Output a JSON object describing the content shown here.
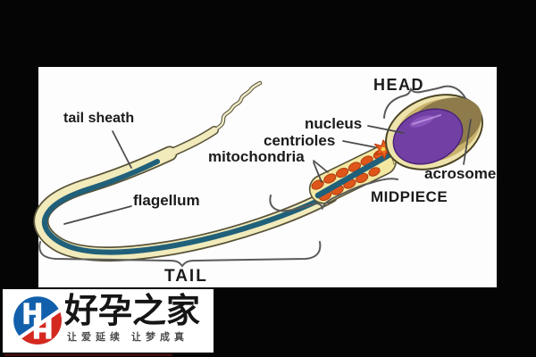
{
  "diagram": {
    "title_subject": "sperm cell structure",
    "labels": {
      "tail_sheath": "tail sheath",
      "flagellum": "flagellum",
      "nucleus": "nucleus",
      "centrioles": "centrioles",
      "mitochondria": "mitochondria",
      "head": "HEAD",
      "acrosome": "acrosome",
      "midpiece": "MIDPIECE",
      "tail": "TAIL"
    },
    "colors": {
      "background_black": "#050505",
      "panel_white": "#fdfdfd",
      "sheath_cream": "#F1EABB",
      "midpiece_yellow": "#F3E8A2",
      "axoneme_teal": "#20607A",
      "mitochondria_orange": "#DF561B",
      "centriole_orange": "#E8641E",
      "nucleus_purple": "#7240A4",
      "acrosome_olive": "#8D7B4B",
      "head_rim_cream": "#EEE3AB",
      "outline_dark": "#59543A",
      "label_text": "#1B1B1B",
      "leader_line": "#4A4A4A"
    }
  },
  "watermark": {
    "title": "好孕之家",
    "tagline": "让爱延续 让梦成真",
    "logo_blue": "#1260AC",
    "logo_red": "#D5281F"
  }
}
